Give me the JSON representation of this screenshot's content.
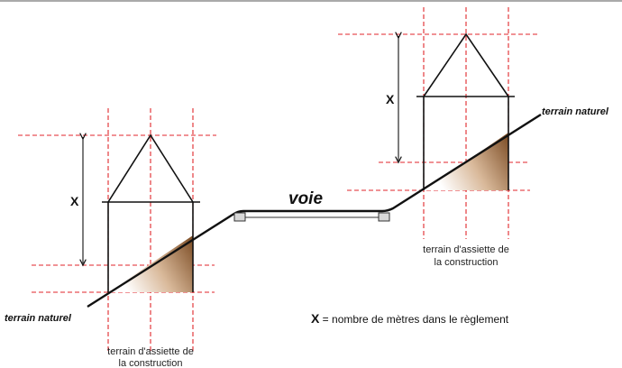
{
  "labels": {
    "terrain_left": "terrain naturel",
    "terrain_right": "terrain naturel",
    "voie": "voie",
    "x_left": "X",
    "x_right": "X",
    "assiette_left_line1": "terrain d'assiette de",
    "assiette_left_line2": "la construction",
    "assiette_right_line1": "terrain d'assiette de",
    "assiette_right_line2": "la construction",
    "legend_symbol": "X",
    "legend_text": " = nombre de mètres dans le règlement"
  },
  "colors": {
    "guide_dash": "#e0262b",
    "slope_fill_dark": "#7a4a22",
    "slope_fill_light": "#ffffff",
    "stroke": "#111111"
  }
}
